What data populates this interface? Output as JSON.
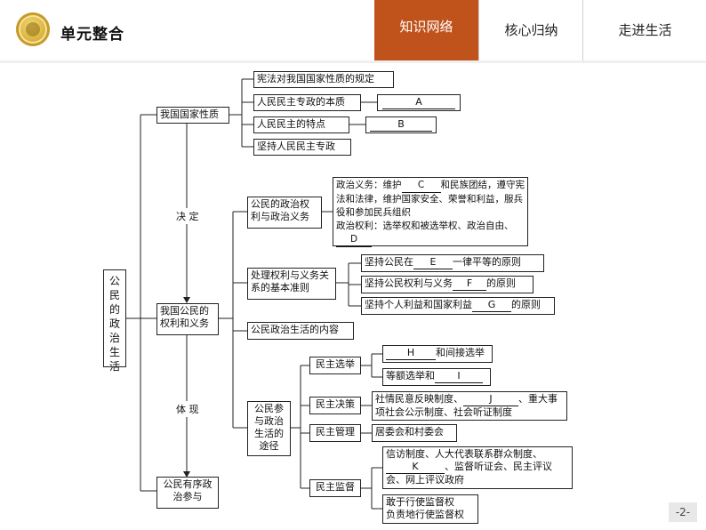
{
  "header": {
    "title": "单元整合",
    "tabs": [
      {
        "label": "知识网络",
        "active": true
      },
      {
        "label": "核心归纳",
        "active": false
      },
      {
        "label": "走进生活",
        "active": false
      }
    ]
  },
  "diagram": {
    "root": "公民的政治生活",
    "nature": {
      "title": "我国国家性质",
      "items": {
        "i1": "宪法对我国国家性质的规定",
        "i2_text": "人民民主专政的本质",
        "i2_answer": "A",
        "i3_text": "人民民主的特点",
        "i3_answer": "B",
        "i4": "坚持人民民主专政"
      }
    },
    "edge_decide": "决  定",
    "edge_embody": "体  现",
    "rights": {
      "title": "我国公民的权利和义务",
      "rights_duties_title": "公民的政治权利与政治义务",
      "detail": {
        "p1": "政治义务：维护",
        "a_c": "C",
        "p2": "和民族团结，遵守宪法和法律，维护国家安全、荣誉和利益，服兵役和参加民兵组织",
        "p3": "政治权利：选举权和被选举权、政治自由、",
        "a_d": "D"
      },
      "principle_title": "处理权利与义务关系的基本准则",
      "principles": {
        "e_pre": "坚持公民在",
        "e": "E",
        "e_post": "一律平等的原则",
        "f_pre": "坚持公民权利与义务",
        "f": "F",
        "f_post": "的原则",
        "g_pre": "坚持个人利益和国家利益",
        "g": "G",
        "g_post": "的原则"
      },
      "content": "公民政治生活的内容",
      "ways_title": "公民参与政治生活的途径",
      "election": {
        "title": "民主选举",
        "h": "H",
        "h_post": "和间接选举",
        "i_pre": "等额选举和",
        "i": "I"
      },
      "decision": {
        "title": "民主决策",
        "p1": "社情民意反映制度、",
        "j": "J",
        "p2": "、重大事项社会公示制度、社会听证制度"
      },
      "management": {
        "title": "民主管理",
        "item": "居委会和村委会"
      },
      "supervision": {
        "title": "民主监督",
        "p1": "信访制度、人大代表联系群众制度、",
        "k": "K",
        "p2": "、监督听证会、民主评议会、网上评议政府",
        "dare1": "敢于行使监督权",
        "dare2": "负责地行使监督权"
      }
    },
    "participation": "公民有序政治参与"
  },
  "page_number": "-2-"
}
